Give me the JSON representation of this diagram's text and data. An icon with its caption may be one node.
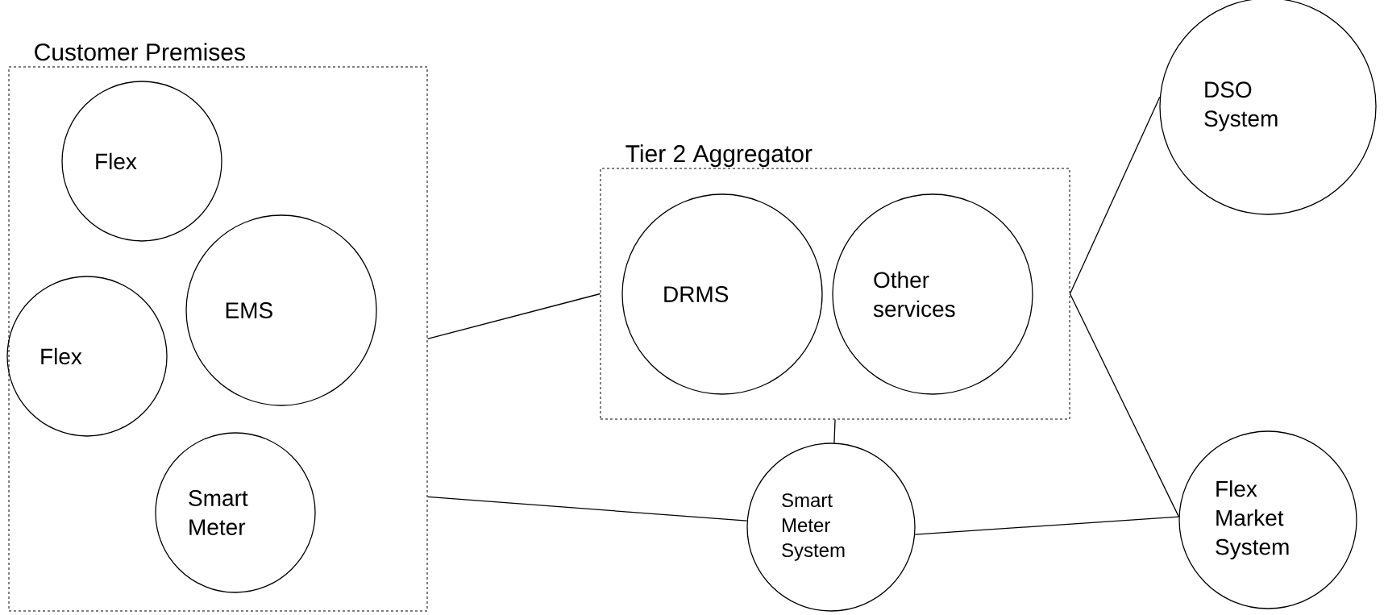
{
  "diagram": {
    "nodes": [
      {
        "text": [
          "Customer Premises"
        ]
      },
      {
        "text": [
          "Flex"
        ],
        "in": 0
      },
      {
        "text": [
          "EMS"
        ],
        "in": 0
      },
      {
        "text": [
          "Flex"
        ],
        "in": 0
      },
      {
        "text": [
          "Smart Meter"
        ],
        "in": 0
      },
      {
        "text": [
          "Tier 2 Aggregator"
        ]
      },
      {
        "text": [
          "DRMS"
        ],
        "in": 5
      },
      {
        "text": [
          "Other services"
        ],
        "in": 5
      },
      {
        "text": [
          "DSO System"
        ]
      },
      {
        "text": [
          "Smart Meter System"
        ]
      },
      {
        "text": [
          "Flex Market System"
        ]
      }
    ],
    "edges": [
      {
        "from": 0,
        "to": 5,
        "arrow": "none"
      },
      {
        "from": 0,
        "to": 9,
        "arrow": "none"
      },
      {
        "from": 5,
        "to": 9,
        "arrow": "none"
      },
      {
        "from": 5,
        "to": 8,
        "arrow": "none"
      },
      {
        "from": 5,
        "to": 10,
        "arrow": "none"
      },
      {
        "from": 9,
        "to": 10,
        "arrow": "none"
      }
    ]
  }
}
